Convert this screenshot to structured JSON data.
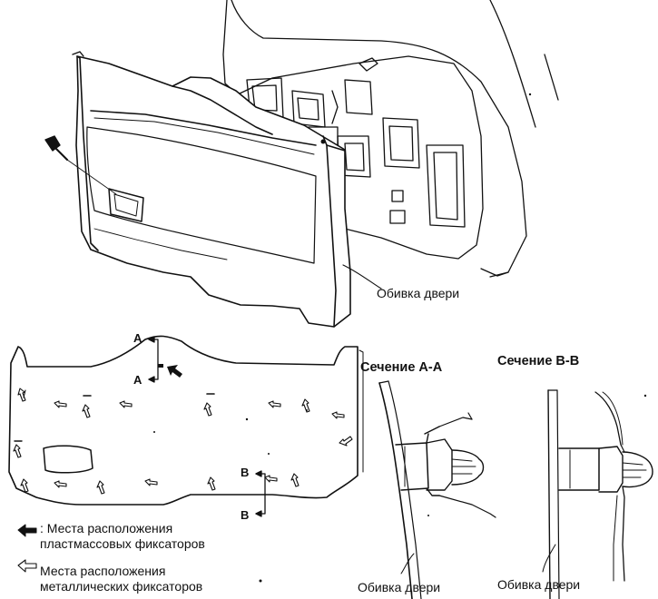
{
  "labels": {
    "trim_top": "Обивка двери",
    "section_aa": "Сечение А-А",
    "section_bb": "Сечение В-В",
    "trim_aa": "Обивка двери",
    "trim_bb": "Обивка двери",
    "mark_a_top": "А",
    "mark_a_bottom": "А",
    "mark_b_top": "В",
    "mark_b_bottom": "В"
  },
  "legend": {
    "plastic": {
      "line1": ": Места расположения",
      "line2": "пластмассовых фиксаторов",
      "icon": "solid-arrow-icon"
    },
    "metal": {
      "line1": "Места расположения",
      "line2": "металлических фиксаторов",
      "icon": "hollow-arrow-icon"
    }
  }
}
